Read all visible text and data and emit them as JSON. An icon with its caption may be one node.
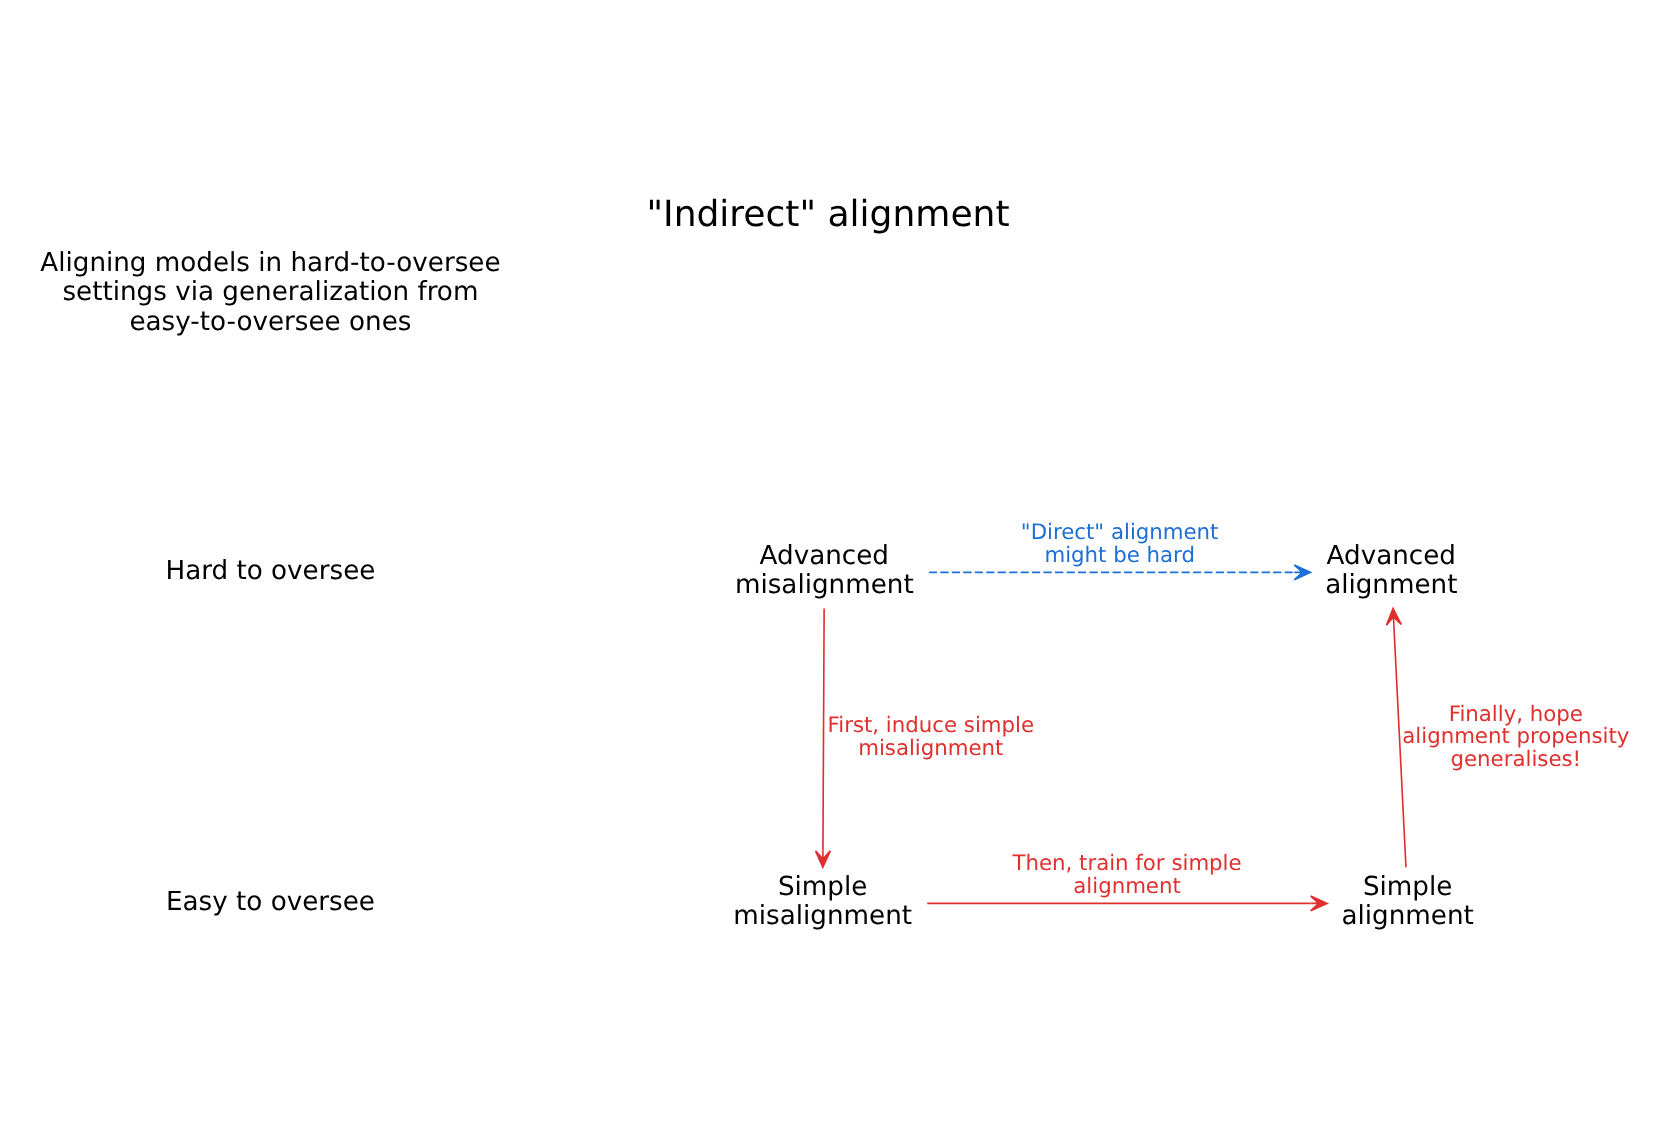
{
  "diagram": {
    "title": "\"Indirect\" alignment",
    "nodes": [
      {
        "text": [
          "Advanced misalignment"
        ]
      },
      {
        "text": [
          "Advanced alignment"
        ]
      },
      {
        "text": [
          "Simple misalignment"
        ]
      },
      {
        "text": [
          "Simple alignment"
        ]
      }
    ],
    "edges": [
      {
        "from": 0,
        "to": 1,
        "arrow": "to",
        "label": "\"Direct\" alignment might be hard",
        "style": "dashed",
        "color": "#1c6fd6"
      },
      {
        "from": 0,
        "to": 2,
        "arrow": "to",
        "label": "First, induce simple misalignment"
      },
      {
        "from": 2,
        "to": 3,
        "arrow": "to",
        "label": "Then, train for simple alignment"
      },
      {
        "from": 3,
        "to": 1,
        "arrow": "to",
        "label": "Finally, hope alignment propensity generalises!"
      }
    ],
    "labels": [
      "Aligning models in hard-to-oversee settings via generalization from easy-to-oversee ones",
      "Hard to oversee",
      "Easy to oversee"
    ]
  }
}
